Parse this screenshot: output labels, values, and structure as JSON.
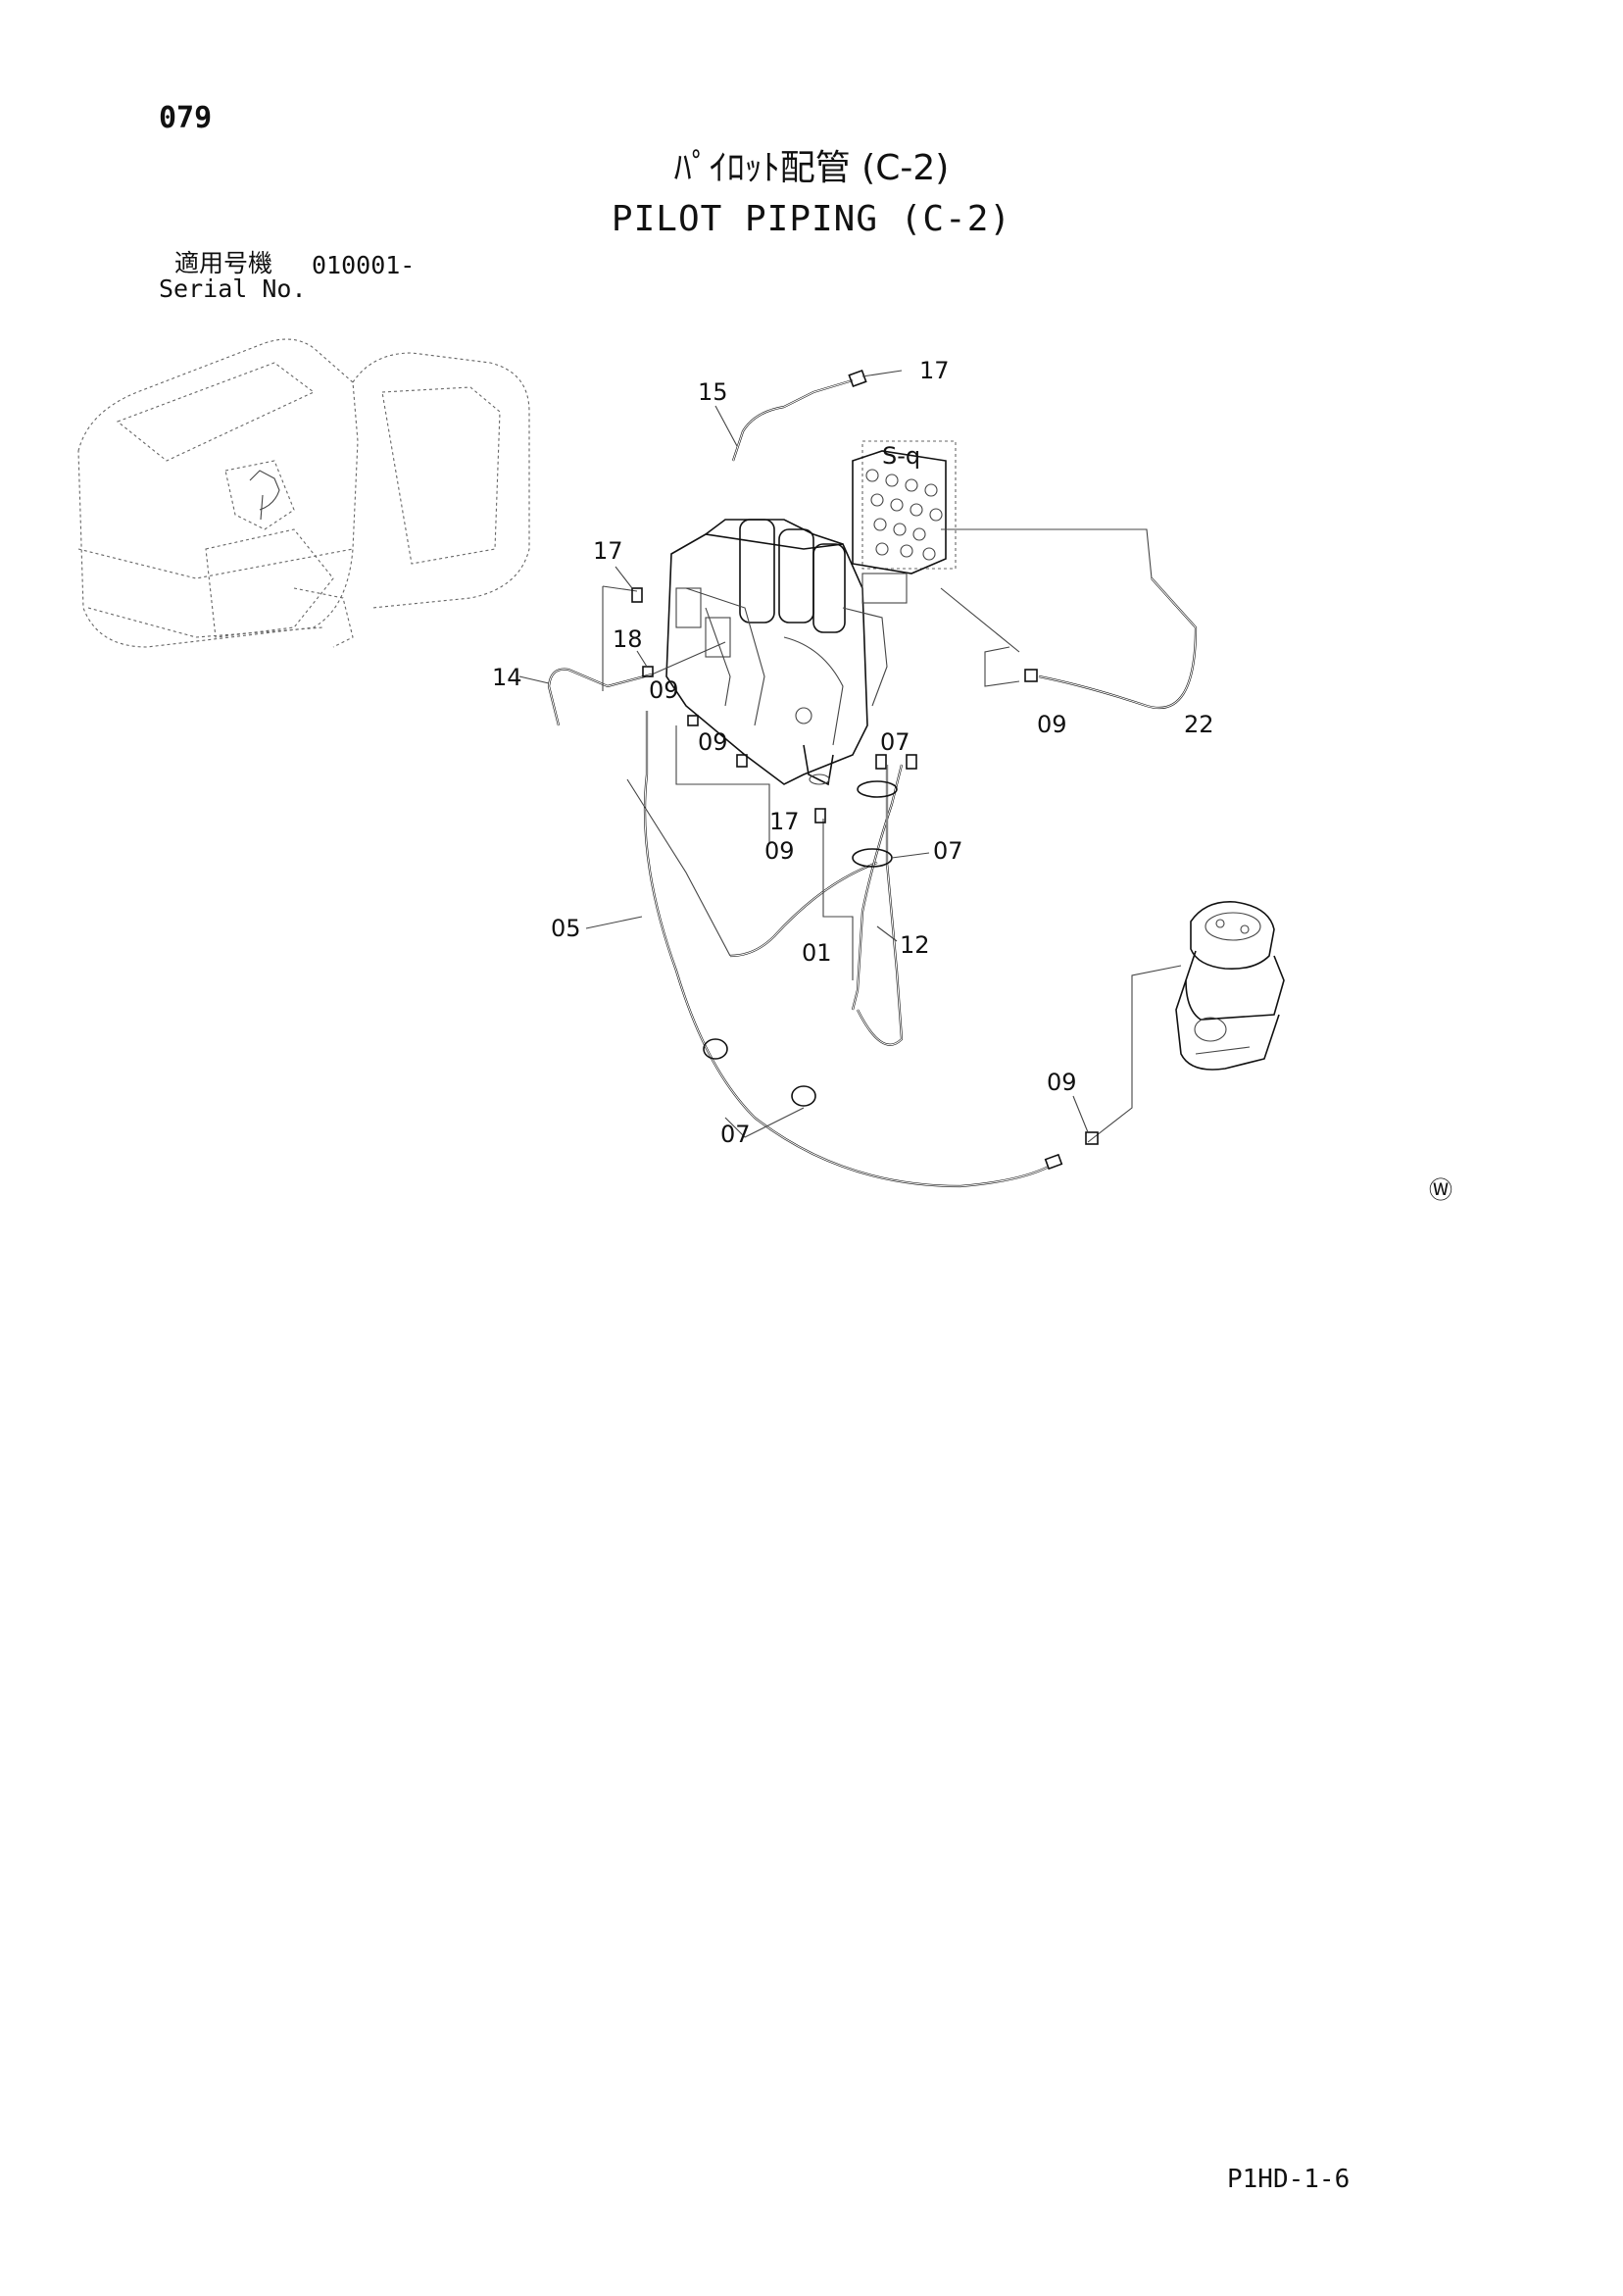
{
  "header": {
    "page_number": "079",
    "title_jp": "ﾊﾟｲﾛｯﾄ配管 (C-2)",
    "title_en": "PILOT PIPING (C-2)",
    "serial_label_jp": "適用号機",
    "serial_value": "010001-",
    "serial_label_en": "Serial No."
  },
  "callouts": [
    {
      "id": "15",
      "label": "15"
    },
    {
      "id": "17a",
      "label": "17"
    },
    {
      "id": "17b",
      "label": "17"
    },
    {
      "id": "18",
      "label": "18"
    },
    {
      "id": "14",
      "label": "14"
    },
    {
      "id": "09a",
      "label": "09"
    },
    {
      "id": "09b",
      "label": "09"
    },
    {
      "id": "17c",
      "label": "17"
    },
    {
      "id": "09c",
      "label": "09"
    },
    {
      "id": "07a",
      "label": "07"
    },
    {
      "id": "07b",
      "label": "07"
    },
    {
      "id": "09d",
      "label": "09"
    },
    {
      "id": "22",
      "label": "22"
    },
    {
      "id": "05",
      "label": "05"
    },
    {
      "id": "01",
      "label": "01"
    },
    {
      "id": "12",
      "label": "12"
    },
    {
      "id": "09e",
      "label": "09"
    },
    {
      "id": "07c",
      "label": "07"
    }
  ],
  "marks": {
    "w_symbol": "Ⓦ",
    "valve_tag": "S-q"
  },
  "footer": {
    "code": "P1HD-1-6"
  }
}
